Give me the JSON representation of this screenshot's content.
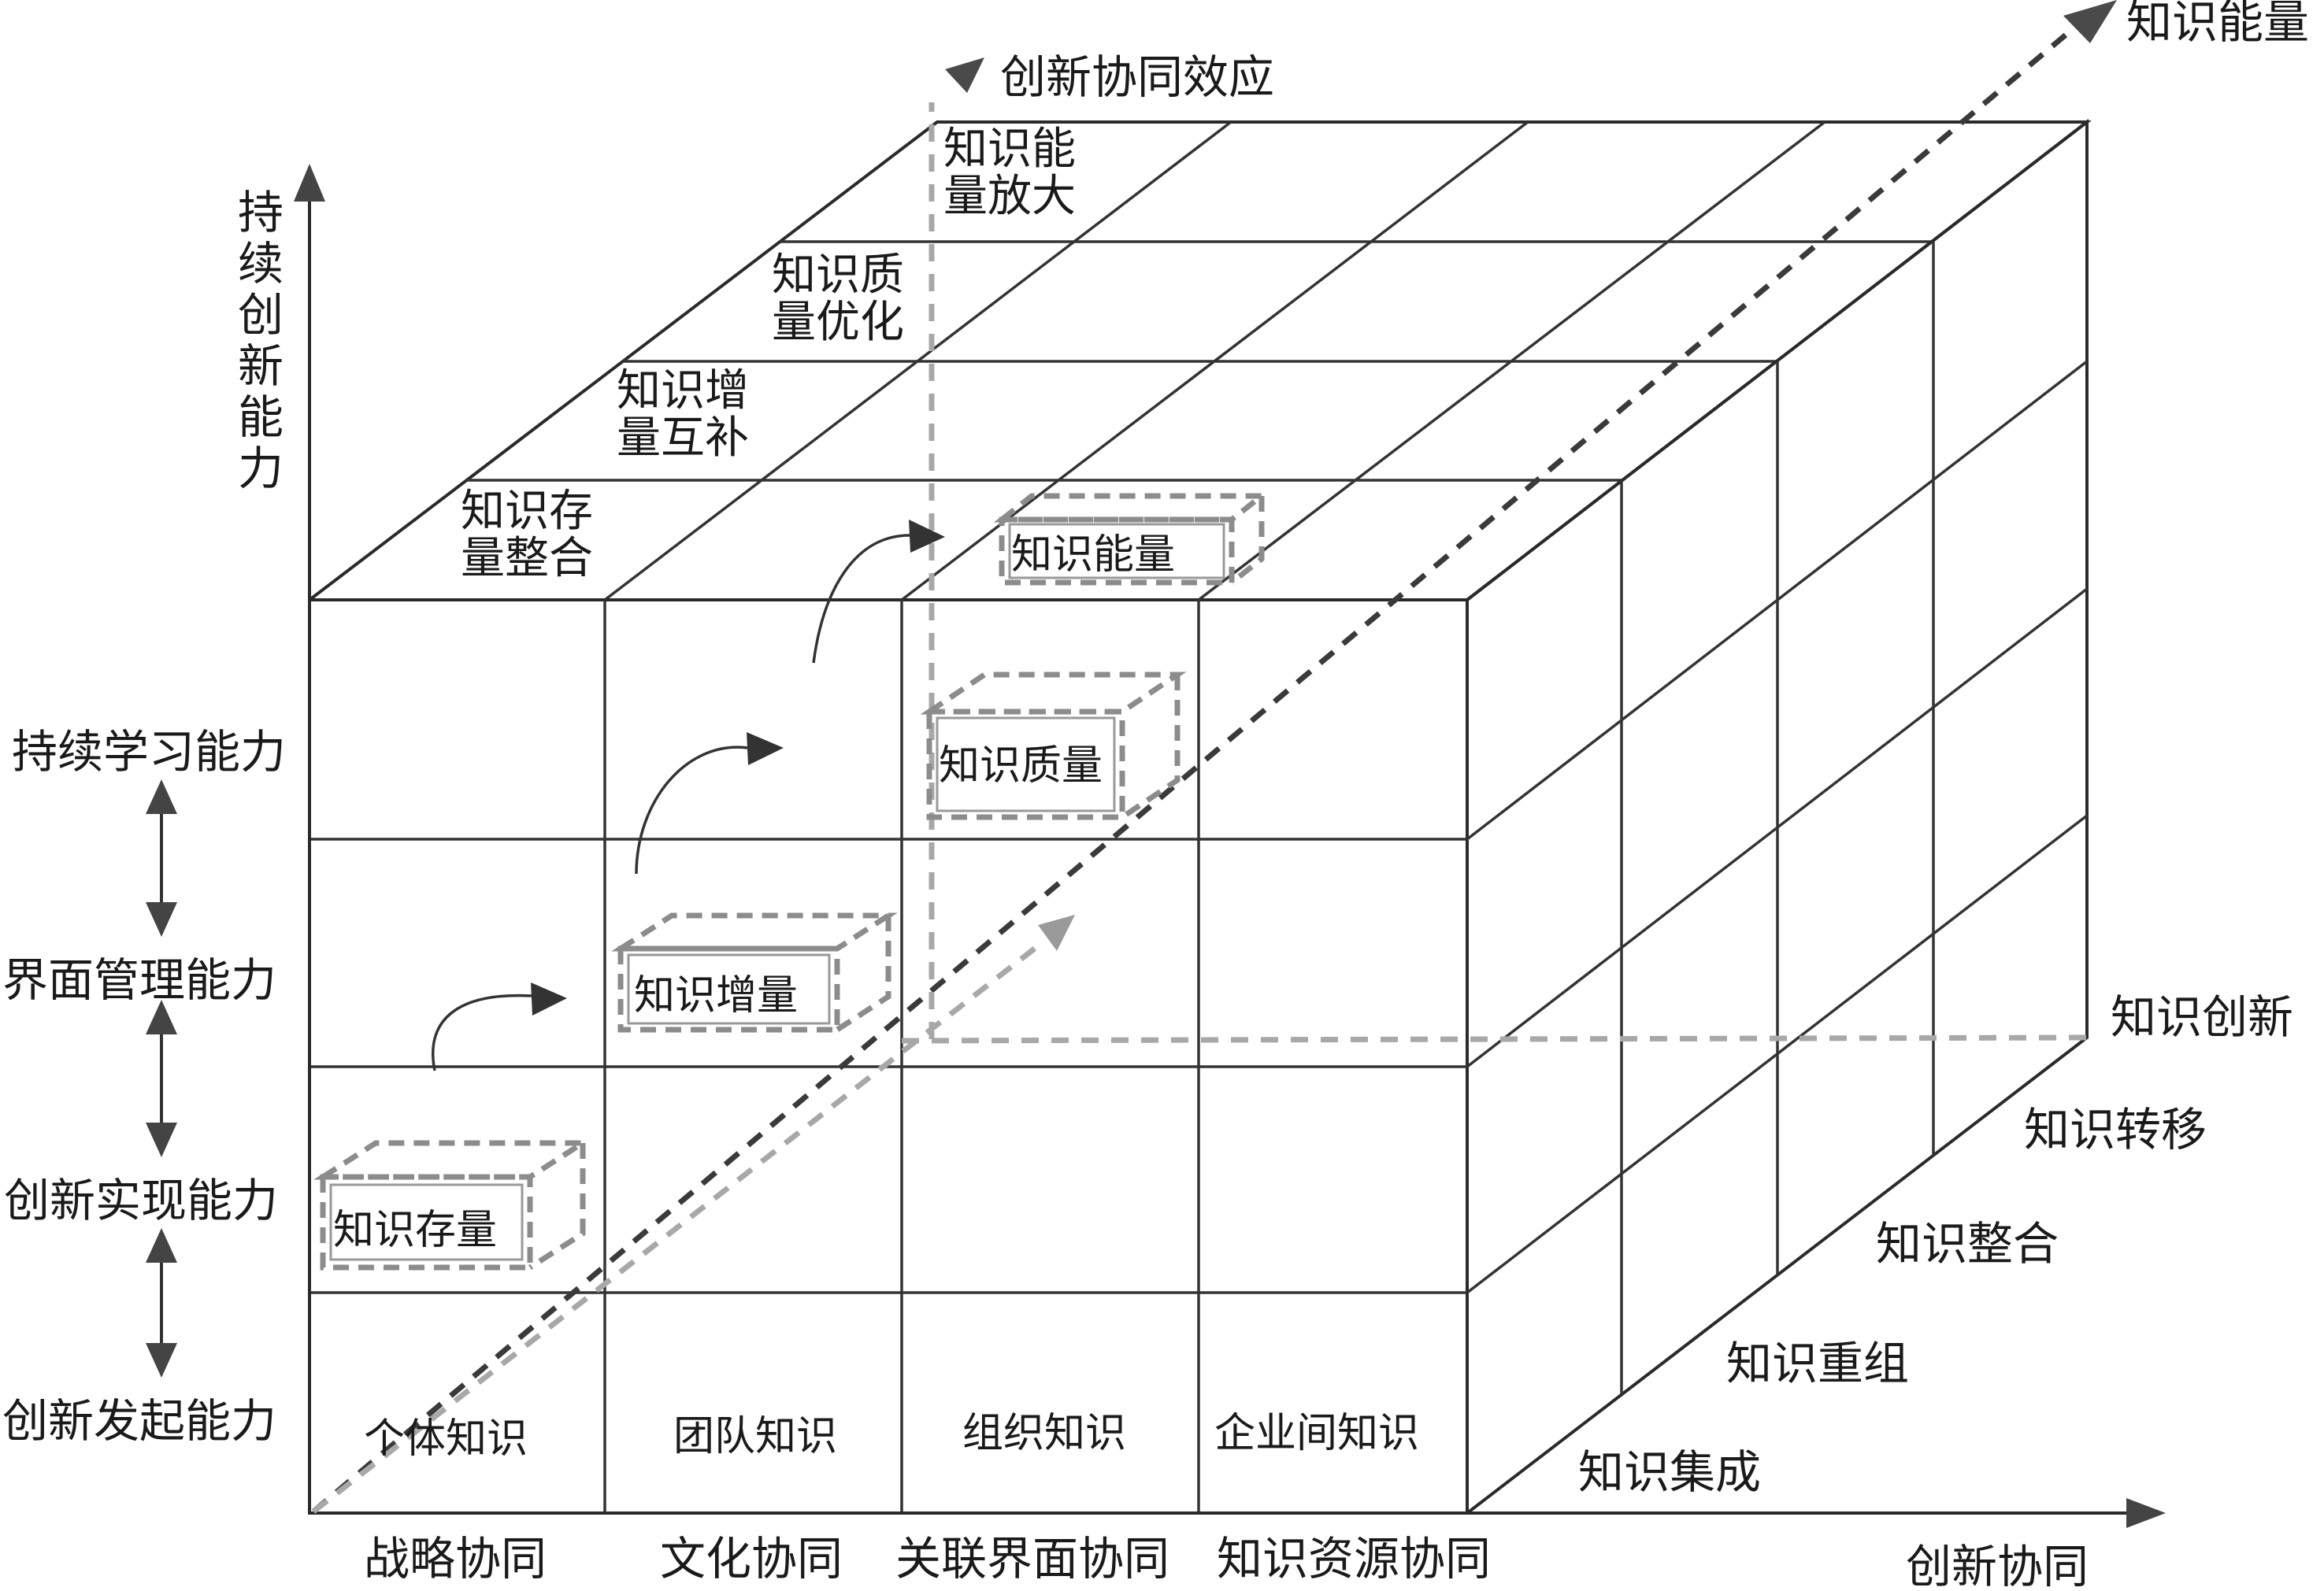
{
  "colors": {
    "line": "#2a2a2a",
    "dash_dark": "#3a3a3a",
    "dash_light": "#a8a8a8",
    "box_dash": "#8c8c8c",
    "arrow_fill": "#4a4a4a",
    "arrow_fill_light": "#9a9a9a"
  },
  "axes": {
    "vertical": "持续创新能力",
    "vertical_chars": [
      "持",
      "续",
      "创",
      "新",
      "能",
      "力"
    ],
    "synergy_effect": "创新协同效应",
    "knowledge_energy": "知识能量",
    "innovation_synergy": "创新协同"
  },
  "left_abilities": [
    "持续学习能力",
    "界面管理能力",
    "创新实现能力",
    "创新发起能力"
  ],
  "front_knowledge": [
    "个体知识",
    "团队知识",
    "组织知识",
    "企业间知识"
  ],
  "bottom_synergy": [
    "战略协同",
    "文化协同",
    "关联界面协同",
    "知识资源协同"
  ],
  "right_processes": [
    "知识创新",
    "知识转移",
    "知识整合",
    "知识重组",
    "知识集成"
  ],
  "top_effects": [
    {
      "line1": "知识存",
      "line2": "量整合"
    },
    {
      "line1": "知识增",
      "line2": "量互补"
    },
    {
      "line1": "知识质",
      "line2": "量优化"
    },
    {
      "line1": "知识能",
      "line2": "量放大"
    }
  ],
  "boxes": [
    "知识存量",
    "知识增量",
    "知识质量",
    "知识能量"
  ]
}
